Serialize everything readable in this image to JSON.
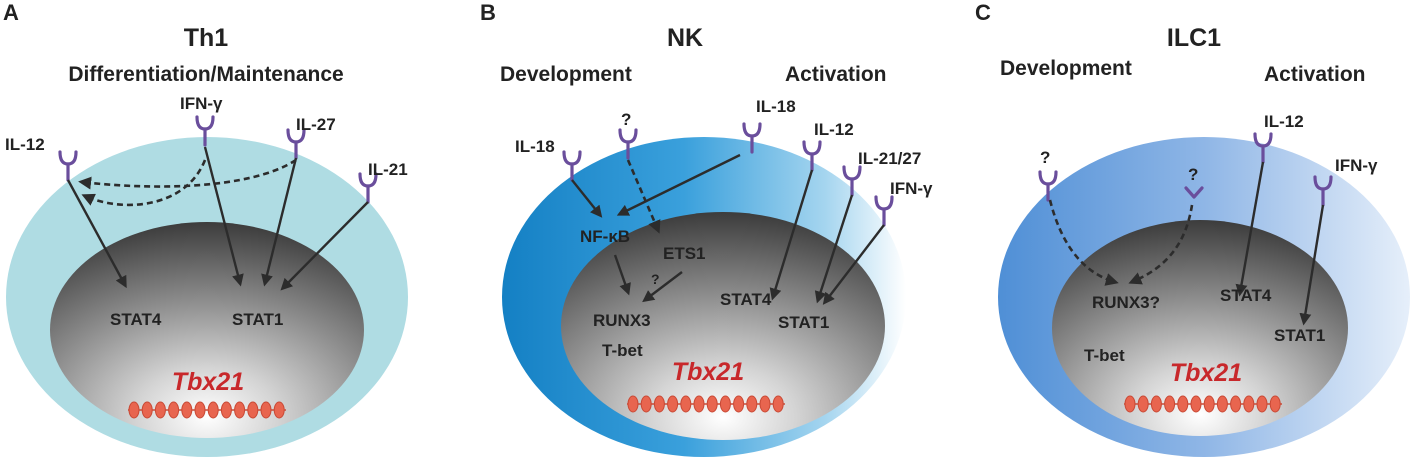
{
  "panels": [
    {
      "letter": "A",
      "title": "Th1",
      "subtitle": "Differentiation/Maintenance",
      "receptors": [
        "IL-12",
        "IFN-γ",
        "IL-27",
        "IL-21"
      ],
      "nodes": [
        "STAT4",
        "STAT1"
      ],
      "gene": "Tbx21"
    },
    {
      "letter": "B",
      "title": "NK",
      "left_heading": "Development",
      "right_heading": "Activation",
      "receptors": [
        "IL-18",
        "?",
        "IL-18",
        "IL-12",
        "IL-21/27",
        "IFN-γ"
      ],
      "nodes": [
        "NF-κB",
        "ETS1",
        "?",
        "RUNX3",
        "T-bet",
        "STAT4",
        "STAT1"
      ],
      "gene": "Tbx21"
    },
    {
      "letter": "C",
      "title": "ILC1",
      "left_heading": "Development",
      "right_heading": "Activation",
      "receptors": [
        "?",
        "?",
        "IL-12",
        "IFN-γ"
      ],
      "nodes": [
        "RUNX3?",
        "T-bet",
        "STAT4",
        "STAT1"
      ],
      "gene": "Tbx21"
    }
  ],
  "colors": {
    "th1_cell": "#afdce3",
    "nk_cell_dark": "#1a86c9",
    "ilc1_cell": "#4f8fd6",
    "receptor": "#6a4e9c",
    "gene_text": "#c8282b",
    "dna": "#e8654f"
  }
}
